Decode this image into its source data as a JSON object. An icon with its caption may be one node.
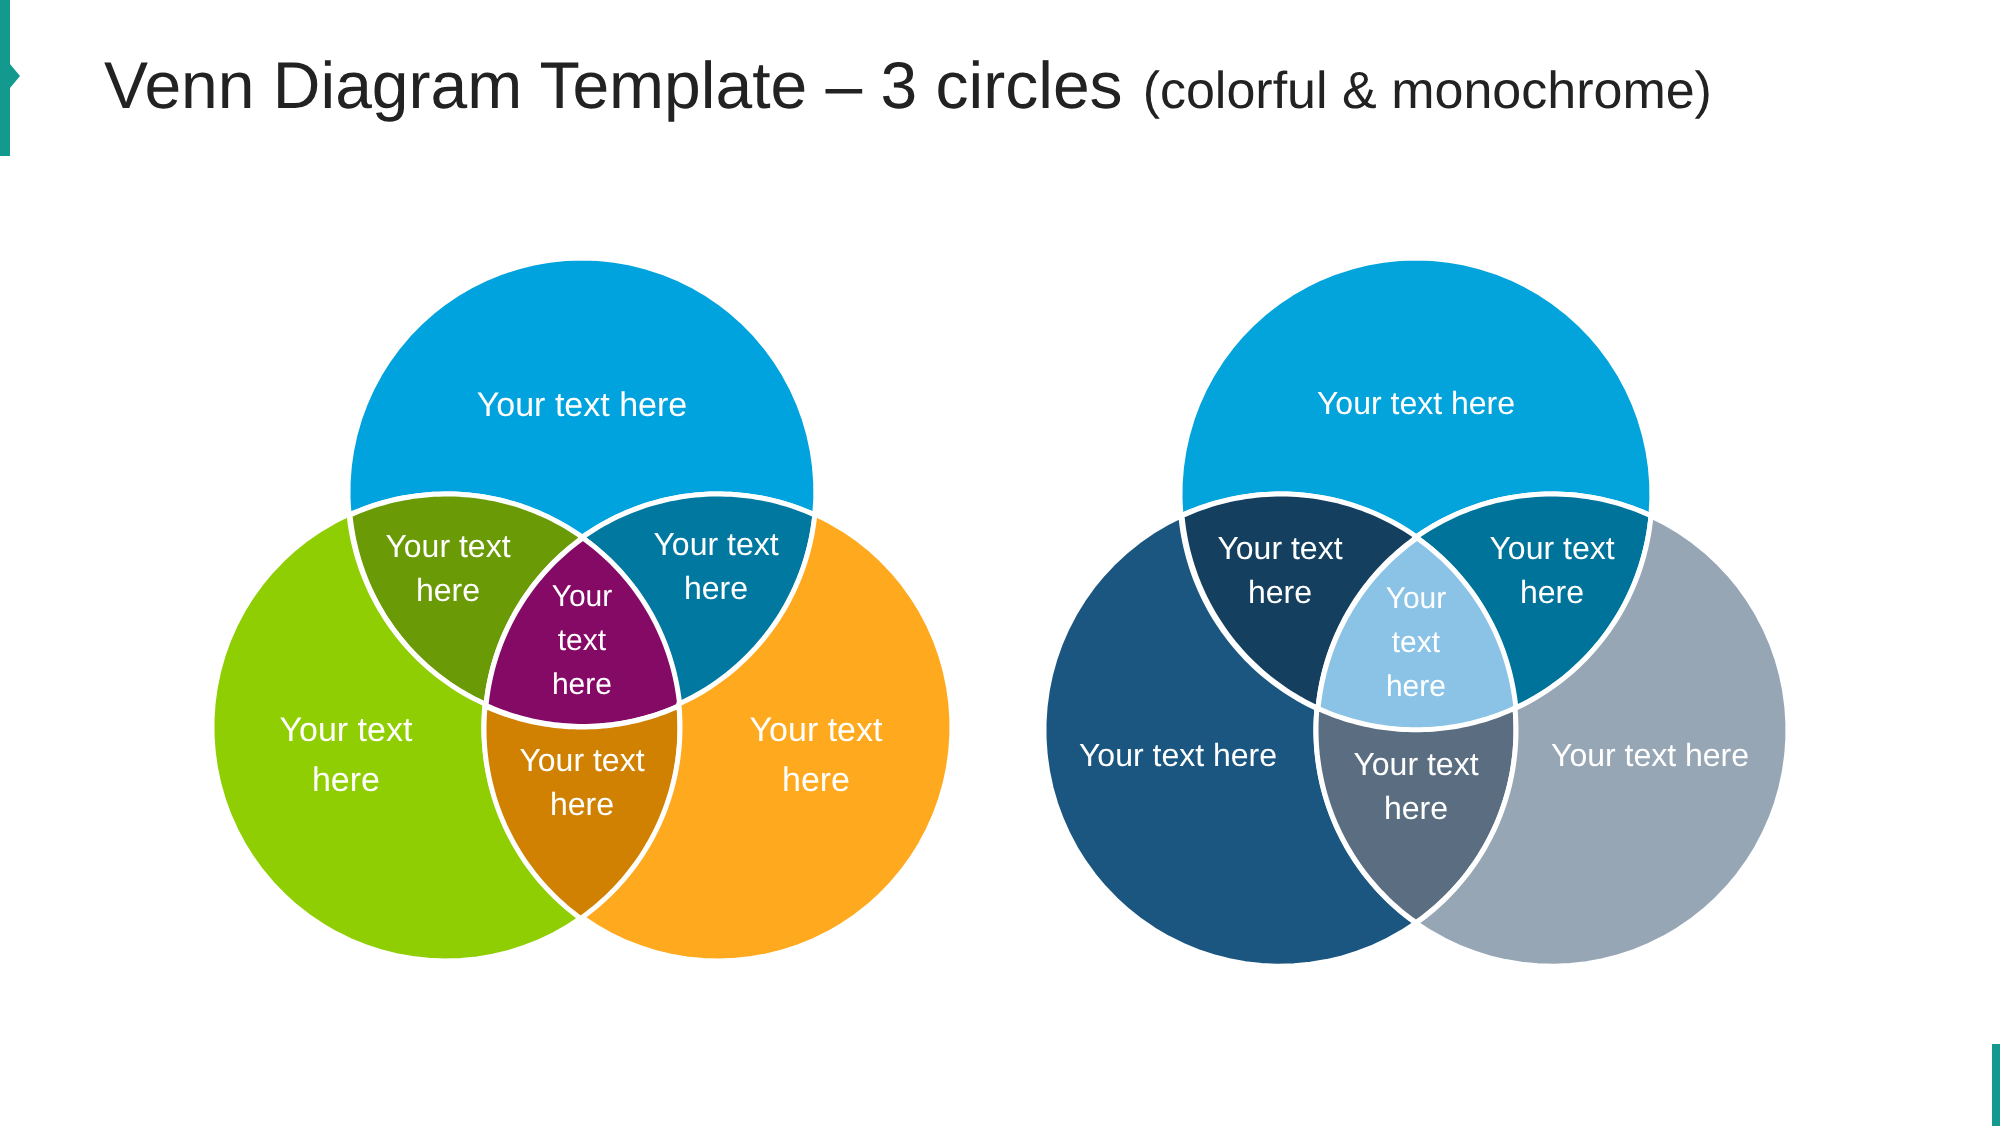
{
  "diagram": {
    "title": "Venn Diagram Template – 3 circles",
    "nodes": [
      {
        "text": [
          "Your text here"
        ]
      },
      {
        "text": [
          "Your text here"
        ]
      },
      {
        "text": [
          "Your text here"
        ]
      },
      {
        "text": [
          "Your text here"
        ]
      },
      {
        "text": [
          "Your text here"
        ]
      },
      {
        "text": [
          "Your text here"
        ]
      },
      {
        "text": [
          "Your text here"
        ]
      },
      {
        "text": [
          "Your text here"
        ]
      },
      {
        "text": [
          "Your text here"
        ]
      },
      {
        "text": [
          "Your text here"
        ]
      },
      {
        "text": [
          "Your text here"
        ]
      },
      {
        "text": [
          "Your text here"
        ]
      },
      {
        "text": [
          "Your text here"
        ]
      },
      {
        "text": [
          "Your text here"
        ]
      }
    ],
    "labels": [
      "(colorful & monochrome)"
    ]
  }
}
